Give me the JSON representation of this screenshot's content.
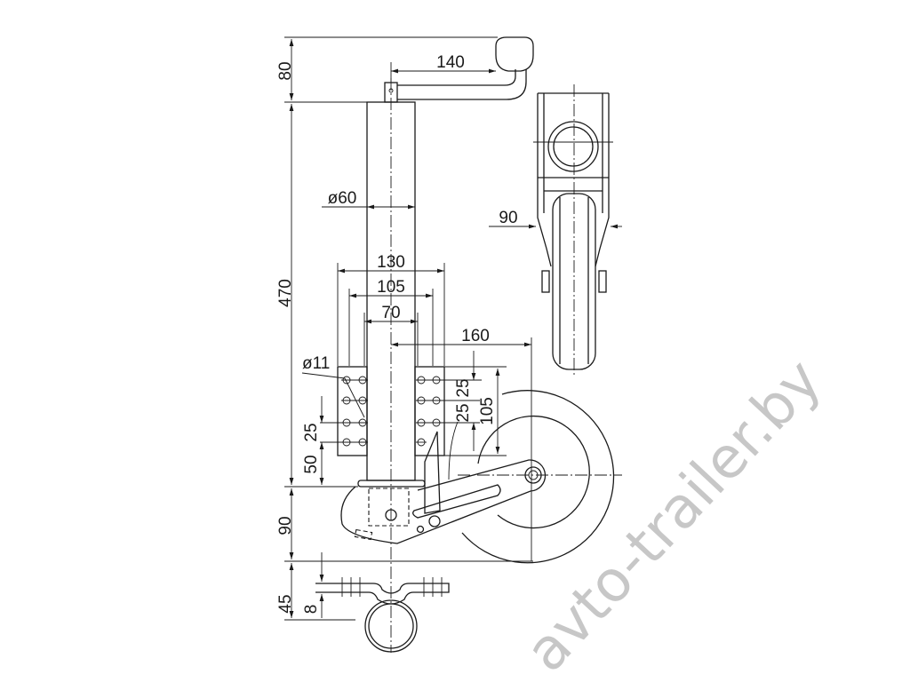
{
  "watermark": "avto-trailer.by",
  "dimensions": {
    "handle_height": "80",
    "handle_reach": "140",
    "tube_length": "470",
    "tube_diameter": "ø60",
    "plate_width_outer": "130",
    "plate_width_mid": "105",
    "plate_width_inner": "70",
    "wheel_offset": "160",
    "hole_diameter": "ø11",
    "left_hole_pitch": "25",
    "left_bottom_offset": "50",
    "right_hole_pitch_a": "25",
    "right_hole_pitch_b": "25",
    "right_plate_height": "105",
    "foot_height": "90",
    "side_width": "90",
    "clamp_height": "45",
    "clamp_thickness": "8"
  }
}
